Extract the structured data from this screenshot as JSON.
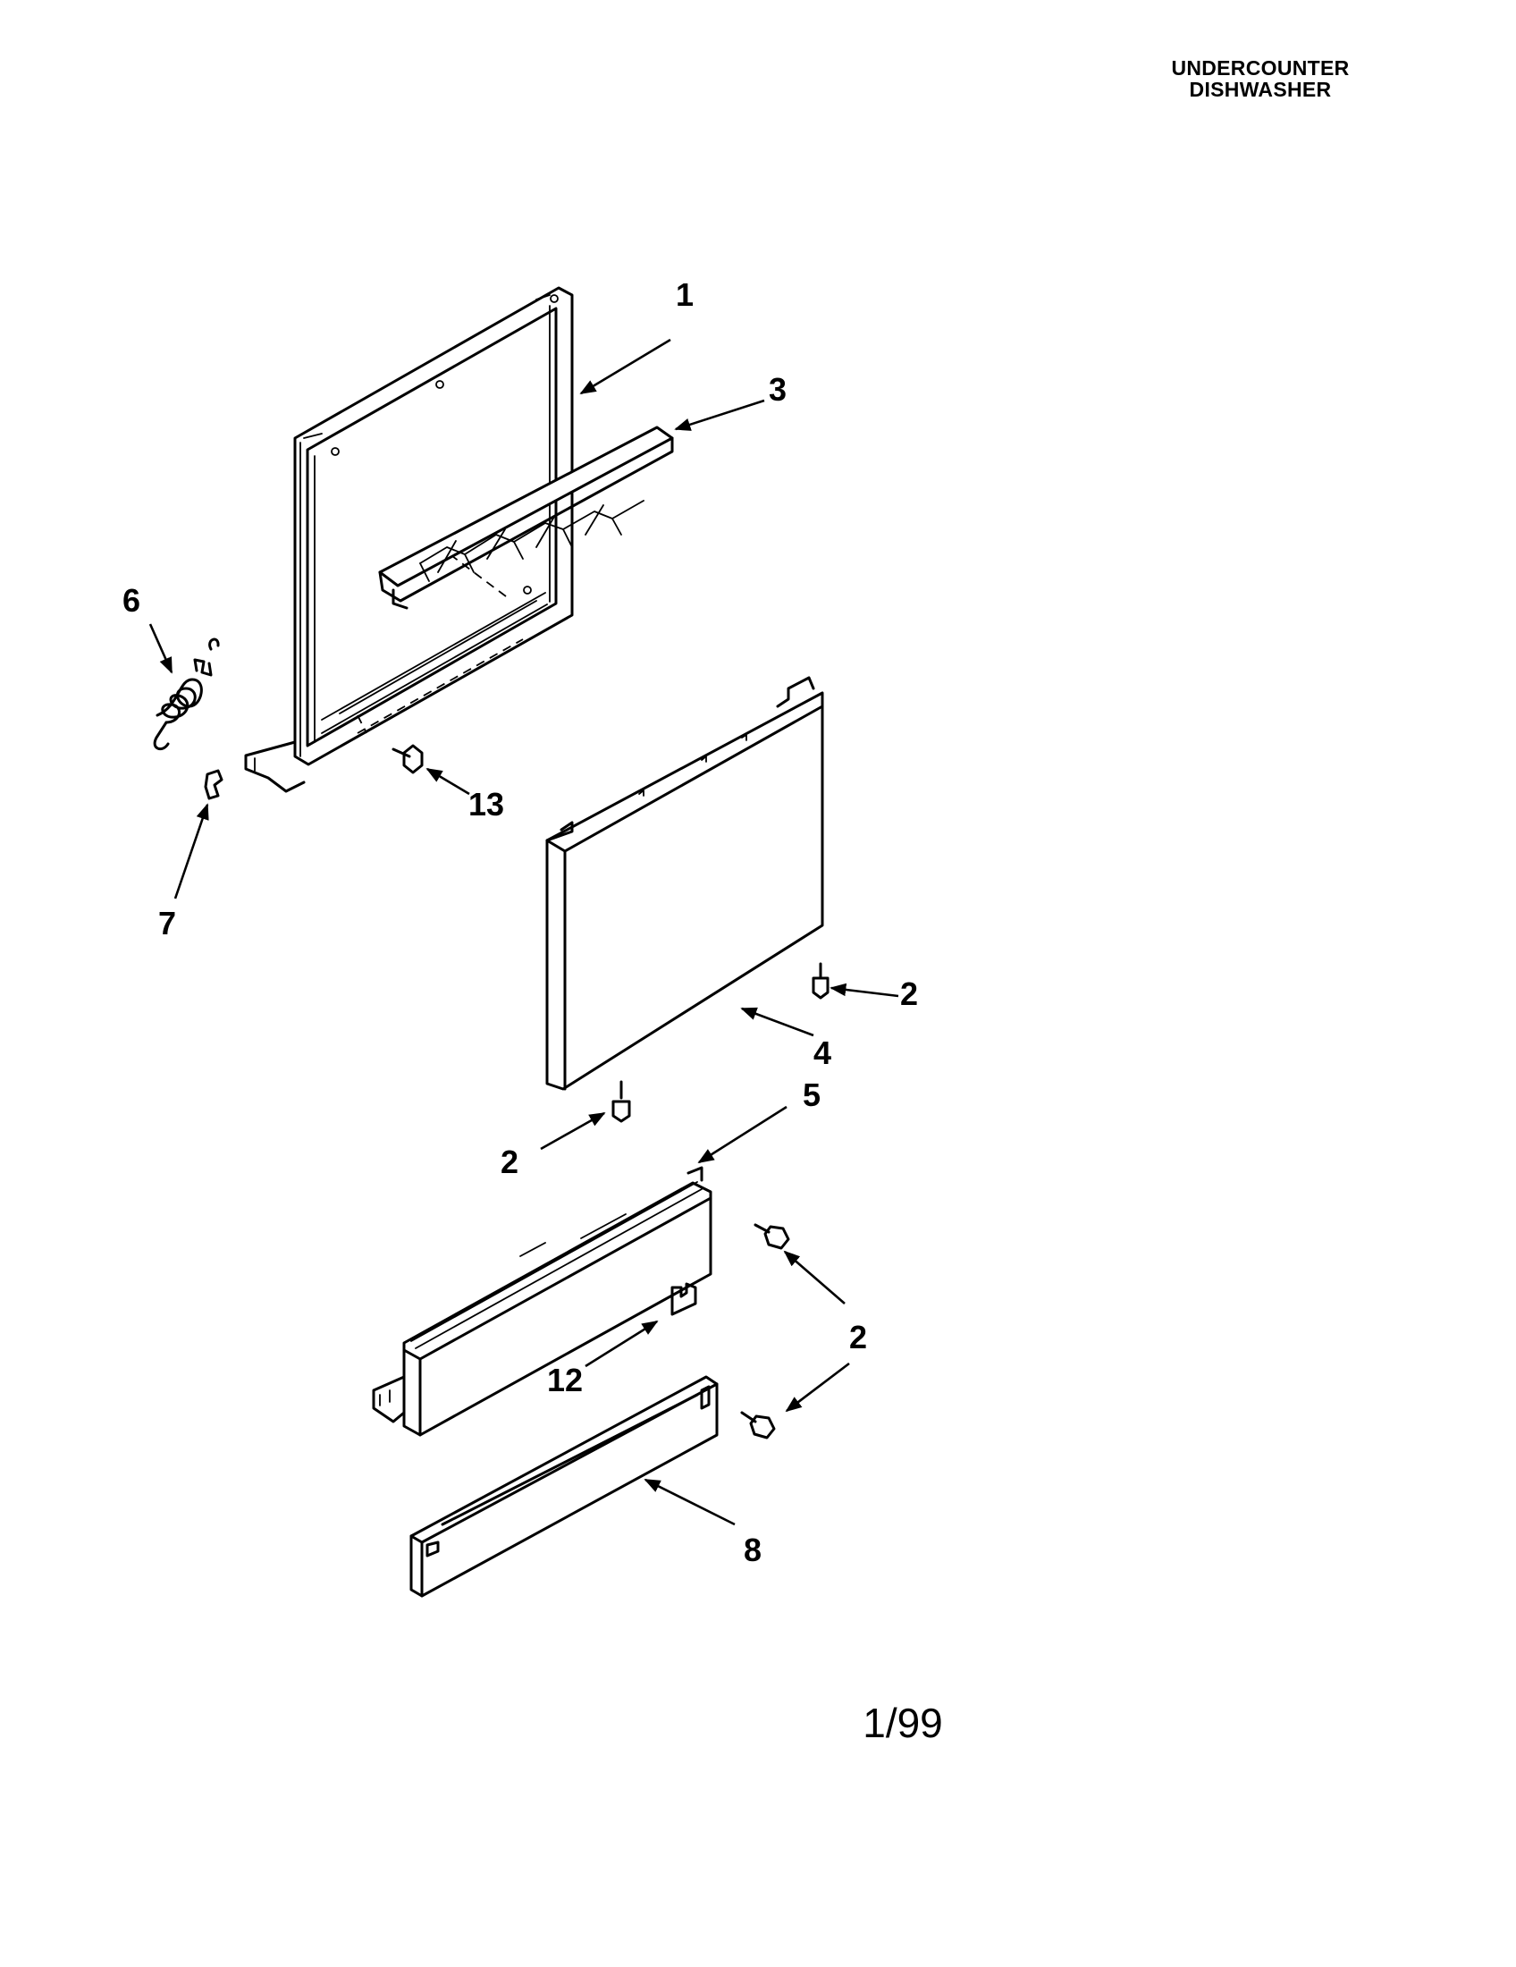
{
  "header": {
    "line1": "UNDERCOUNTER",
    "line2": "DISHWASHER"
  },
  "callouts": {
    "c1": "1",
    "c3": "3",
    "c6": "6",
    "c13": "13",
    "c7": "7",
    "c2a": "2",
    "c4": "4",
    "c5": "5",
    "c2b": "2",
    "c2c": "2",
    "c12": "12",
    "c8": "8"
  },
  "footer": {
    "page": "1/99"
  }
}
